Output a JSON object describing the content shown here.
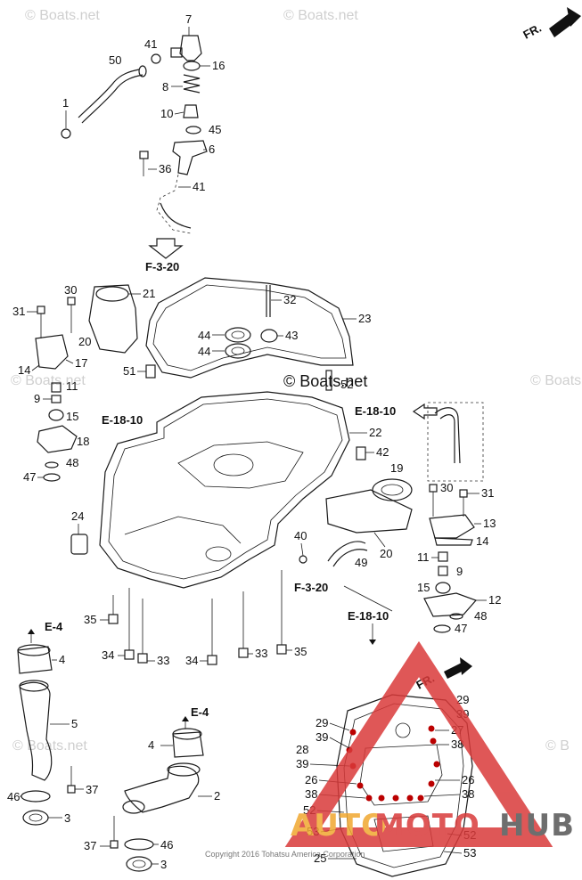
{
  "watermarks": {
    "top_left": "© Boats.net",
    "top_mid": "© Boats.net",
    "middle": "© Boats.net",
    "mid_left": "© Boats.net",
    "mid_right": "© Boats",
    "lower_left": "© Boats.net",
    "lower_right": "© B"
  },
  "direction": {
    "label": "FR."
  },
  "direction_bottom": {
    "label": "FR."
  },
  "refs": {
    "f320_top": "F-3-20",
    "e1810_left": "E-18-10",
    "e1810_right": "E-18-10",
    "f320_mid": "F-3-20",
    "e1810_lower": "E-18-10",
    "e4_left": "E-4",
    "e4_right": "E-4"
  },
  "labels": {
    "l7": "7",
    "l41a": "41",
    "l50": "50",
    "l16": "16",
    "l8": "8",
    "l1": "1",
    "l10": "10",
    "l45": "45",
    "l6": "6",
    "l36": "36",
    "l41b": "41",
    "l30a": "30",
    "l21": "21",
    "l32": "32",
    "l31a": "31",
    "l23": "23",
    "l20a": "20",
    "l44a": "44",
    "l43": "43",
    "l44b": "44",
    "l14a": "14",
    "l17": "17",
    "l51": "51",
    "l9a": "9",
    "l11a": "11",
    "l52a": "52",
    "l15a": "15",
    "l22": "22",
    "l18": "18",
    "l42": "42",
    "l48a": "48",
    "l47a": "47",
    "l19": "19",
    "l30b": "30",
    "l31b": "31",
    "l24": "24",
    "l13": "13",
    "l14b": "14",
    "l40": "40",
    "l20b": "20",
    "l49": "49",
    "l11b": "11",
    "l9b": "9",
    "l15b": "15",
    "l12": "12",
    "l48b": "48",
    "l35a": "35",
    "l47b": "47",
    "l4a": "4",
    "l34a": "34",
    "l33a": "33",
    "l34b": "34",
    "l33b": "33",
    "l35b": "35",
    "l5": "5",
    "l29a": "29",
    "l39a": "39",
    "l29b": "29",
    "l39b": "39",
    "l4b": "4",
    "l27": "27",
    "l28": "28",
    "l38a": "38",
    "l39c": "39",
    "l26a": "26",
    "l26b": "26",
    "l38b": "38",
    "l38c": "38",
    "l46a": "46",
    "l37a": "37",
    "l2": "2",
    "l3a": "3",
    "l52b": "52",
    "l53a": "53",
    "l52c": "52",
    "l37b": "37",
    "l46b": "46",
    "l53b": "53",
    "l3b": "3",
    "l25": "25"
  },
  "copyright": "Copyright 2016 Tohatsu America Corporation",
  "logo": {
    "part1": "AUTO",
    "part2": "MOTO",
    "part3": "HUB"
  },
  "colors": {
    "logo_red": "#d93a3a",
    "logo_orange": "#f0a830",
    "logo_gray": "#555555",
    "text": "#111111"
  }
}
